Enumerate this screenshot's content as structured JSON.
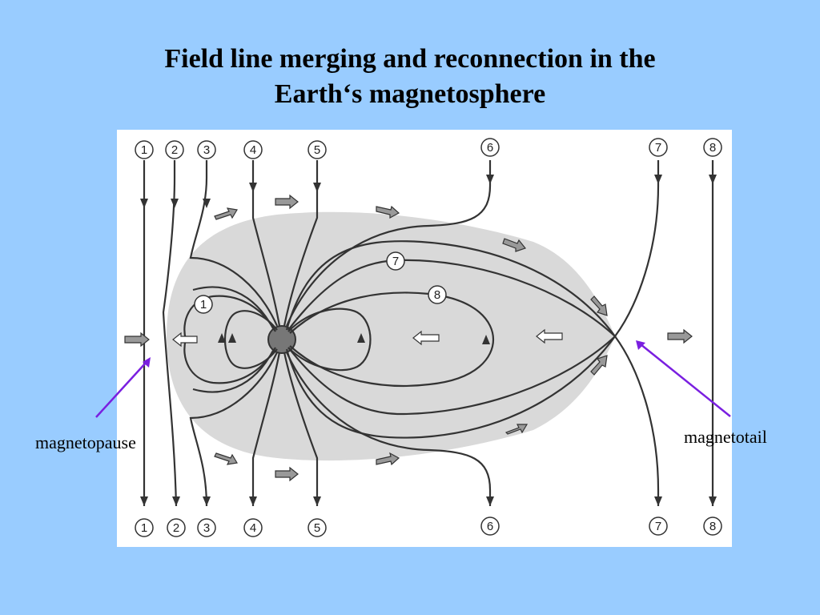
{
  "title": {
    "line1": "Field line merging and reconnection in the",
    "line2": "Earth‘s magnetosphere"
  },
  "labels": {
    "magnetopause": "magnetopause",
    "magnetotail": "magnetotail"
  },
  "field_line_numbers": {
    "top": [
      "1",
      "2",
      "3",
      "4",
      "5",
      "6",
      "7",
      "8"
    ],
    "bottom": [
      "1",
      "2",
      "3",
      "4",
      "5",
      "6",
      "7",
      "8"
    ],
    "interior": [
      "1",
      "7",
      "8"
    ]
  },
  "colors": {
    "background": "#99ccff",
    "callout_arrow": "#7a1fe0",
    "field_line": "#333333",
    "magnetosphere_fill": "#d9d9d9"
  }
}
